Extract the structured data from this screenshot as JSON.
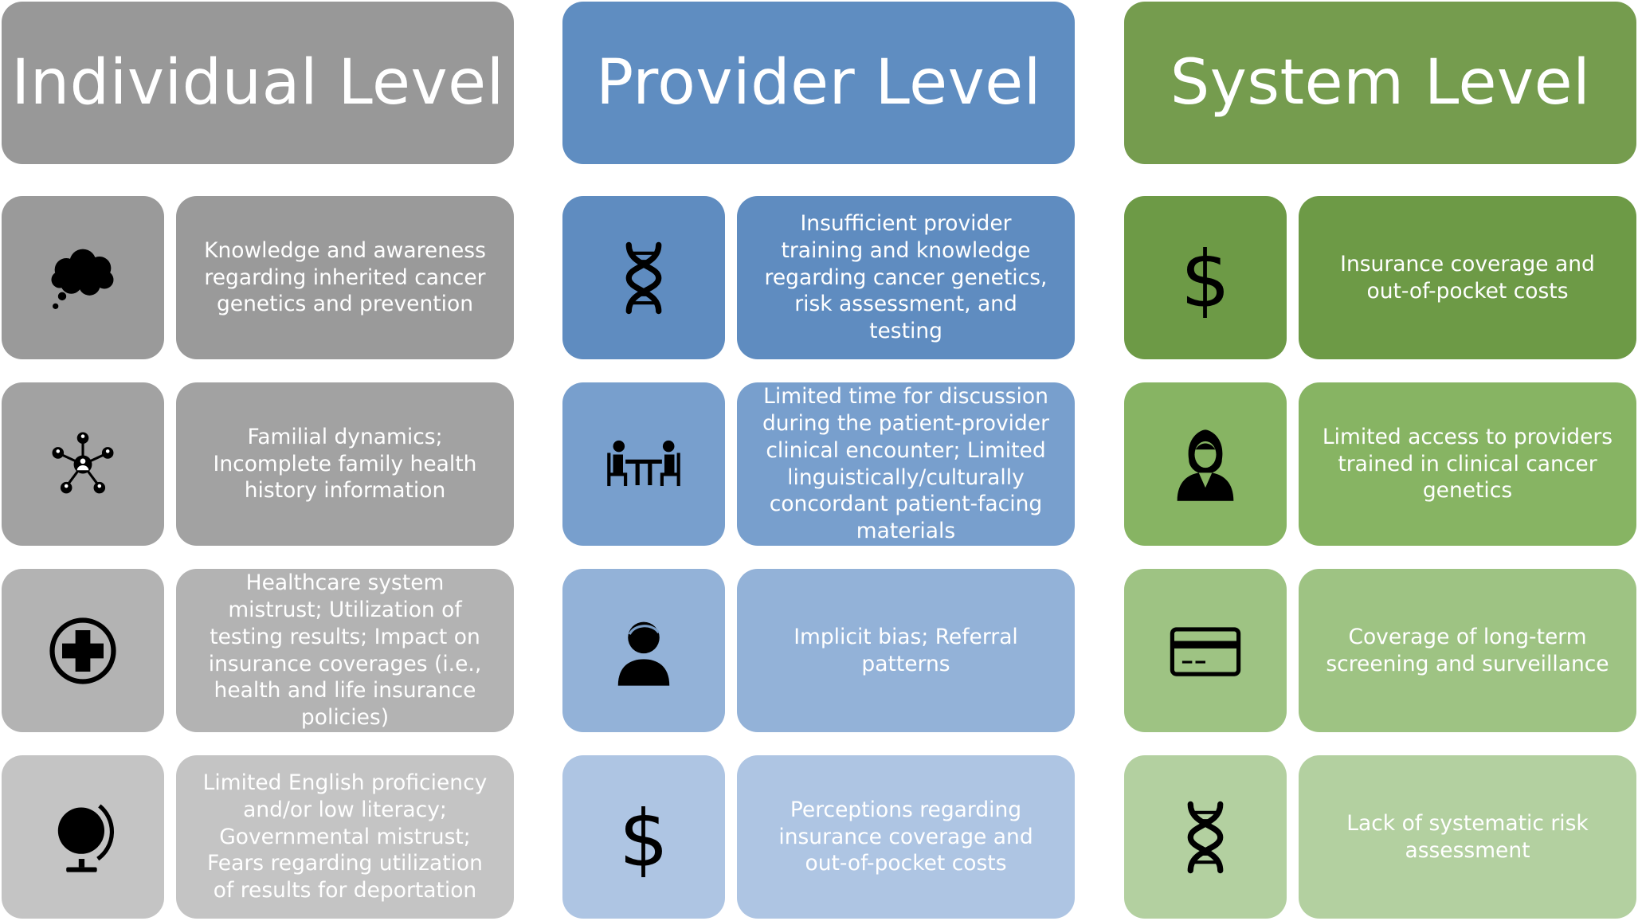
{
  "columns": [
    {
      "id": "individual",
      "header": "Individual Level",
      "header_color": "#989898",
      "rows": [
        {
          "icon": "thought-bubble-icon",
          "color": "#9a9a9a",
          "text": "Knowledge and awareness regarding inherited cancer genetics and prevention"
        },
        {
          "icon": "family-network-icon",
          "color": "#a2a2a2",
          "text": "Familial dynamics; Incomplete family health history information"
        },
        {
          "icon": "medical-cross-icon",
          "color": "#b3b3b3",
          "text": "Healthcare system mistrust; Utilization of testing results; Impact on insurance coverages (i.e., health and life insurance policies)"
        },
        {
          "icon": "globe-icon",
          "color": "#c4c4c4",
          "text": "Limited English proficiency and/or low literacy; Governmental mistrust; Fears regarding utilization of results for deportation"
        }
      ]
    },
    {
      "id": "provider",
      "header": "Provider Level",
      "header_color": "#5f8dc1",
      "rows": [
        {
          "icon": "dna-icon",
          "color": "#5f8cc0",
          "text": "Insufficient provider training and knowledge regarding cancer genetics, risk assessment, and testing"
        },
        {
          "icon": "consultation-icon",
          "color": "#789fcd",
          "text": "Limited time for discussion during the patient-provider clinical encounter; Limited linguistically/culturally concordant patient-facing materials"
        },
        {
          "icon": "person-icon",
          "color": "#93b2d8",
          "text": "Implicit bias; Referral patterns"
        },
        {
          "icon": "dollar-icon",
          "color": "#aec5e3",
          "text": "Perceptions regarding insurance coverage and out-of-pocket costs"
        }
      ]
    },
    {
      "id": "system",
      "header": "System Level",
      "header_color": "#759c4e",
      "rows": [
        {
          "icon": "dollar-icon",
          "color": "#6d9a46",
          "text": "Insurance coverage and out-of-pocket costs"
        },
        {
          "icon": "female-provider-icon",
          "color": "#87b463",
          "text": "Limited access to providers trained in clinical cancer genetics"
        },
        {
          "icon": "credit-card-icon",
          "color": "#9ec383",
          "text": "Coverage of long-term screening and surveillance"
        },
        {
          "icon": "dna-icon",
          "color": "#b3d0a0",
          "text": "Lack of systematic risk assessment"
        }
      ]
    }
  ]
}
